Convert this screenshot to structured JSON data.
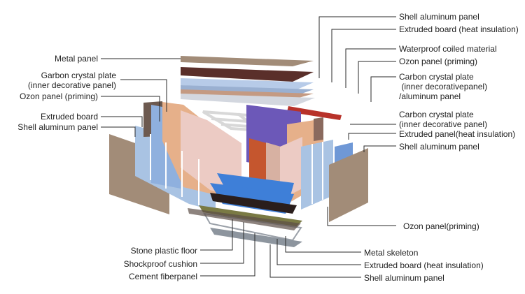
{
  "colors": {
    "line": "#2a2a2a",
    "text": "#222222",
    "outer_panel": "#a28c78",
    "blue_panel": "#a9c3e3",
    "peach_panel": "#e6b08a",
    "floor_blue": "#3e7fd8",
    "floor_red": "#7a3b2e",
    "frame_white": "#f2f2f2",
    "purple_wall": "#6c58b8",
    "red_door": "#c5562e"
  },
  "labels": {
    "left": [
      {
        "text": "Metal panel"
      },
      {
        "text": "Garbon crystal plate\n(inner decorative panel)"
      },
      {
        "text": "Ozon panel (priming)"
      },
      {
        "text": "Extruded board"
      },
      {
        "text": "Shell aluminum panel"
      }
    ],
    "right_top": [
      {
        "text": "Shell aluminum panel"
      },
      {
        "text": "Extruded board (heat insulation)"
      },
      {
        "text": "Waterproof coiled material"
      },
      {
        "text": "Ozon panel (priming)"
      },
      {
        "text": "Carbon crystal plate\n (inner decorativepanel)\n/aluminum panel"
      },
      {
        "text": "Carbon crystal plate\n(inner decorative panel)"
      },
      {
        "text": "Extruded panel(heat insulation)"
      },
      {
        "text": "Shell aluminum panel"
      },
      {
        "text": "Ozon panel(priming)"
      }
    ],
    "bottom_left": [
      {
        "text": "Stone plastic floor"
      },
      {
        "text": "Shockproof cushion"
      },
      {
        "text": "Cement fiberpanel"
      }
    ],
    "bottom_right": [
      {
        "text": "Metal skeleton"
      },
      {
        "text": "Extruded board (heat insulation)"
      },
      {
        "text": "Shell aluminum panel"
      }
    ]
  }
}
